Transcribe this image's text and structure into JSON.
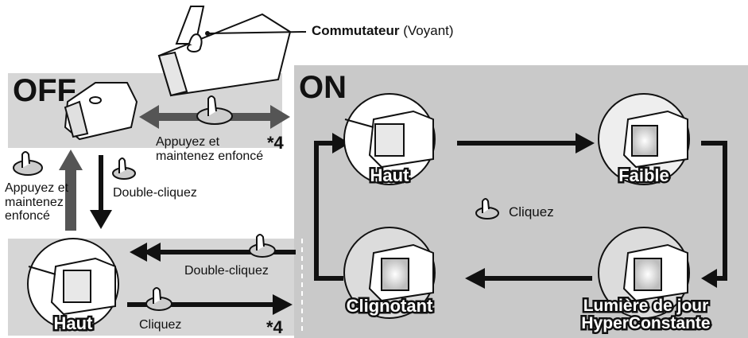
{
  "switch_label": {
    "bold": "Commutateur",
    "normal": "(Voyant)"
  },
  "off_state": "OFF",
  "on_state": "ON",
  "labels": {
    "press_hold_right_line1": "Appuyez et",
    "press_hold_right_line2": "maintenez enfoncé",
    "press_hold_left_line1": "Appuyez et",
    "press_hold_left_line2": "maintenez",
    "press_hold_left_line3": "enfoncé",
    "double_click_down": "Double-cliquez",
    "double_click_left": "Double-cliquez",
    "click_bottom": "Cliquez",
    "click_center": "Cliquez",
    "note_top": "*4",
    "note_bottom": "*4"
  },
  "modes": {
    "high_on": "Haut",
    "low": "Faible",
    "flash": "Clignotant",
    "daytime_line1": "Lumière de jour",
    "daytime_line2": "HyperConstante",
    "high_off": "Haut"
  },
  "colors": {
    "panel_gray": "#d6d6d6",
    "on_gray": "#c9c9c9",
    "arrow_gray": "#555555",
    "arrow_black": "#111111"
  }
}
